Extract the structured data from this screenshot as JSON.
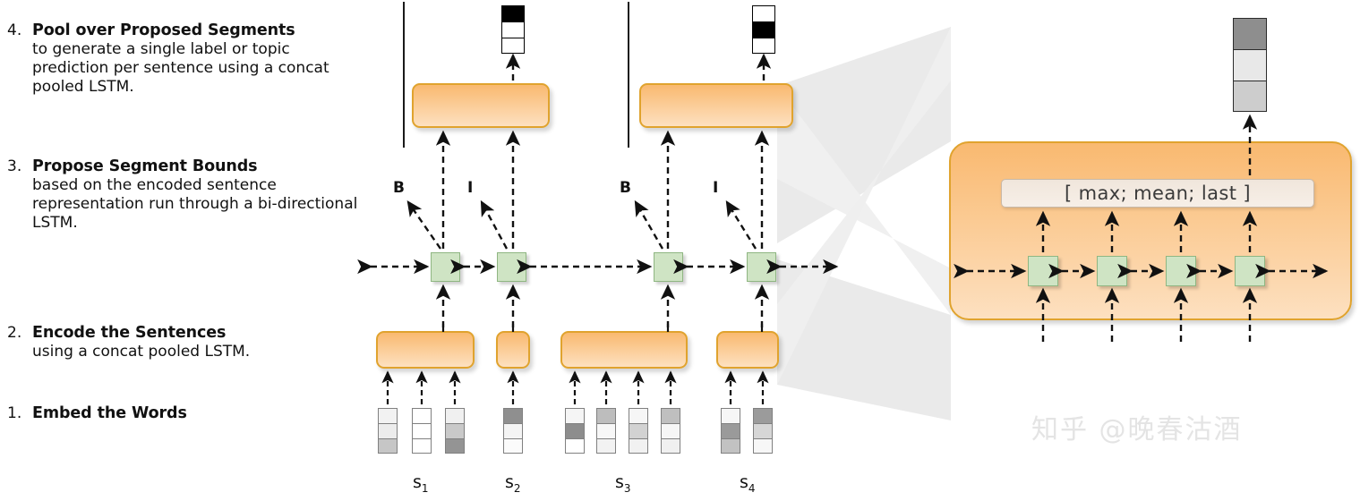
{
  "legend": {
    "items": [
      {
        "num": "4.",
        "title": "Pool over Proposed Segments",
        "body": "to generate a single label or topic prediction per sentence using a concat pooled LSTM."
      },
      {
        "num": "3.",
        "title": "Propose Segment Bounds",
        "body": "based on the encoded sentence representation run through a bi-directional LSTM."
      },
      {
        "num": "2.",
        "title": "Encode the Sentences",
        "body": "using a concat pooled LSTM."
      },
      {
        "num": "1.",
        "title": "Embed the Words",
        "body": ""
      }
    ]
  },
  "tags": {
    "b1": "B",
    "i1": "I",
    "b2": "B",
    "i2": "I"
  },
  "pooling": {
    "label": "[ max; mean; last ]"
  },
  "sentence_labels": [
    {
      "base": "s",
      "sub": "1"
    },
    {
      "base": "s",
      "sub": "2"
    },
    {
      "base": "s",
      "sub": "3"
    },
    {
      "base": "s",
      "sub": "4"
    }
  ],
  "predictions": [
    {
      "name": "segment-1-prediction",
      "cells": [
        "#000000",
        "#ffffff",
        "#ffffff"
      ]
    },
    {
      "name": "segment-2-prediction",
      "cells": [
        "#ffffff",
        "#000000",
        "#ffffff"
      ]
    }
  ],
  "zoom_output_vector": {
    "name": "pooled-sentence-vector",
    "cells": [
      "#8e8e8e",
      "#e8e8e8",
      "#cdcdcd"
    ]
  },
  "word_embeddings": {
    "s1": [
      [
        "#f2f2f2",
        "#ececec",
        "#c6c6c6"
      ],
      [
        "#ffffff",
        "#ffffff",
        "#ffffff"
      ],
      [
        "#f0f0f0",
        "#c9c9c9",
        "#949494"
      ]
    ],
    "s2": [
      [
        "#8f8f8f",
        "#f4f4f4",
        "#fbfbfb"
      ]
    ],
    "s3": [
      [
        "#f5f5f5",
        "#8d8d8d",
        "#ffffff"
      ],
      [
        "#bdbdbd",
        "#f7f7f7",
        "#f2f2f2"
      ],
      [
        "#f6f6f6",
        "#d2d2d2",
        "#f1f1f1"
      ],
      [
        "#bfbfbf",
        "#f6f6f6",
        "#f0f0f0"
      ]
    ],
    "s4": [
      [
        "#f6f6f6",
        "#9a9a9a",
        "#c2c2c2"
      ],
      [
        "#9b9b9b",
        "#d6d6d6",
        "#f7f7f7"
      ]
    ]
  },
  "colors": {
    "orange_border": "#e0a32e",
    "orange_fill_top": "#f9b970",
    "orange_fill_bottom": "#fde0c0",
    "green_border": "#8fb682",
    "green_fill": "#cfe4c4",
    "funnel_gray": "#e8e8e8",
    "pool_fill": "#f3ebe3",
    "text": "#111111"
  },
  "watermark": {
    "text": "知乎 @晚春沽酒"
  }
}
